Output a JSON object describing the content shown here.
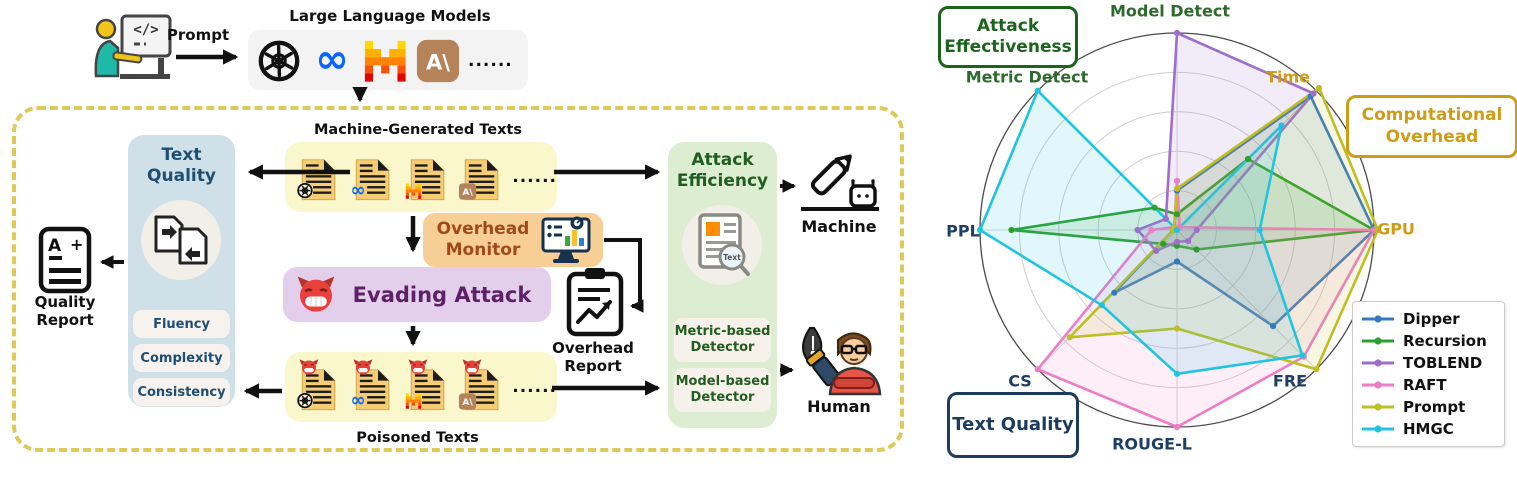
{
  "diagram": {
    "prompt_label": "Prompt",
    "dots": "......",
    "llm": {
      "title": "Large Language Models",
      "logos": [
        "openai",
        "meta",
        "mistral",
        "anthropic"
      ],
      "anthropic_glyph": "A\\"
    },
    "mgt_label": "Machine-Generated Texts",
    "poisoned_label": "Poisoned Texts",
    "text_quality": {
      "title": "Text Quality",
      "metrics": [
        "Fluency",
        "Complexity",
        "Consistency"
      ]
    },
    "quality_report_label": "Quality Report",
    "overhead_monitor_label": "Overhead Monitor",
    "evading_attack_label": "Evading Attack",
    "overhead_report_label": "Overhead Report",
    "attack_efficiency": {
      "title": "Attack Efficiency",
      "doc_icon_text": "Text",
      "detectors": [
        "Metric-based Detector",
        "Model-based Detector"
      ]
    },
    "machine_label": "Machine",
    "human_label": "Human"
  },
  "radar": {
    "annotations": [
      {
        "label": "Attack Effectiveness",
        "color": "#1c641c"
      },
      {
        "label": "Computational Overhead",
        "color": "#cf9c16"
      },
      {
        "label": "Text Quality",
        "color": "#1d3a5f"
      }
    ]
  },
  "chart_data": {
    "type": "radar",
    "axes": [
      "Model Detect",
      "Time",
      "GPU",
      "FRE",
      "ROUGE-L",
      "CS",
      "PPL",
      "Metric Detect"
    ],
    "axis_groups": [
      "effectiveness",
      "overhead",
      "overhead",
      "quality",
      "quality",
      "quality",
      "quality",
      "effectiveness"
    ],
    "axis_colors": {
      "effectiveness": "#2d6a2d",
      "overhead": "#cf9c16",
      "quality": "#1d3f66"
    },
    "rlim": [
      0,
      1
    ],
    "rings": 5,
    "grid": true,
    "legend_position": "lower right",
    "series": [
      {
        "name": "Dipper",
        "color": "#3579c0",
        "values": [
          0.2,
          0.96,
          1.0,
          0.69,
          0.16,
          0.45,
          0.02,
          0.02
        ]
      },
      {
        "name": "Recursion",
        "color": "#2ca02c",
        "values": [
          0.08,
          0.51,
          1.0,
          0.14,
          0.08,
          0.1,
          0.84,
          0.16
        ]
      },
      {
        "name": "TOBLEND",
        "color": "#9e6fca",
        "values": [
          1.0,
          0.98,
          0.1,
          0.08,
          0.06,
          0.15,
          0.2,
          0.08
        ]
      },
      {
        "name": "RAFT",
        "color": "#ee7cc6",
        "values": [
          0.25,
          0.02,
          1.0,
          0.91,
          1.0,
          1.0,
          0.13,
          0.02
        ]
      },
      {
        "name": "Prompt",
        "color": "#bfbe23",
        "values": [
          0.21,
          1.02,
          1.02,
          1.0,
          0.5,
          0.77,
          0.02,
          0.02
        ]
      },
      {
        "name": "HMGC",
        "color": "#22c3de",
        "values": [
          0.0,
          0.75,
          0.42,
          0.9,
          0.73,
          0.54,
          1.0,
          1.0
        ]
      }
    ]
  }
}
